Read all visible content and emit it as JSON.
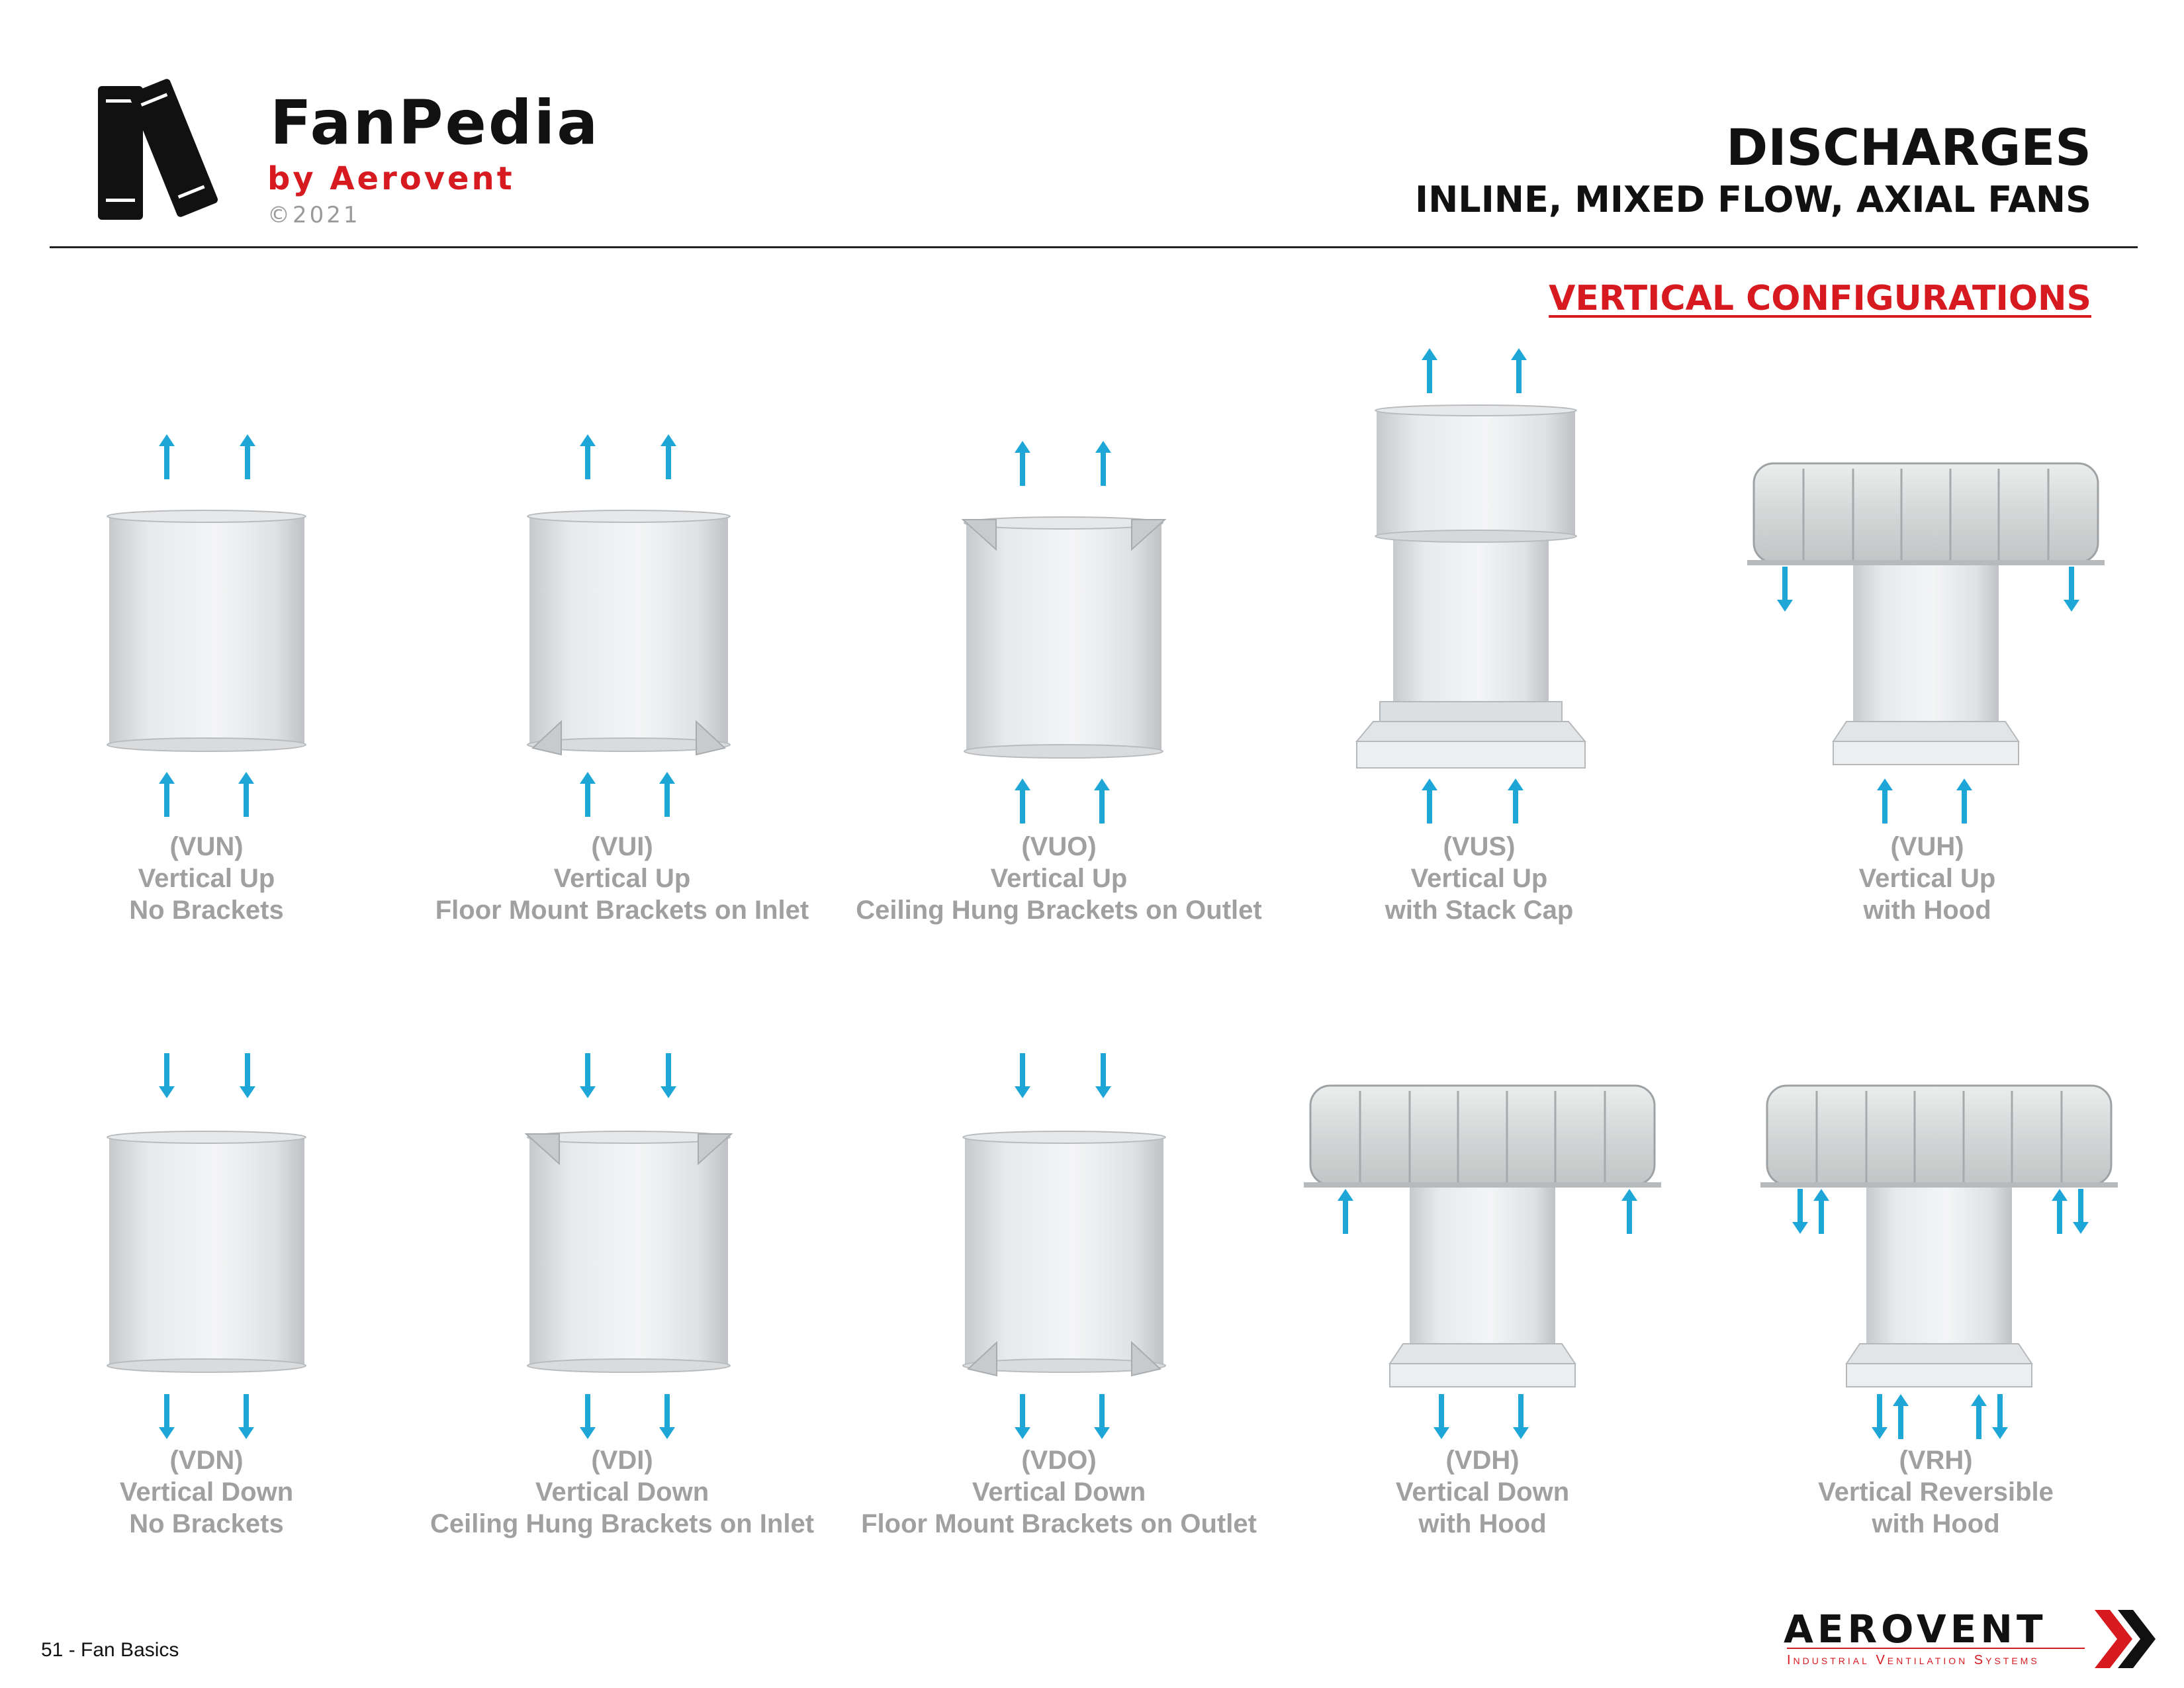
{
  "header": {
    "brand": "FanPedia",
    "brand_sub": "by Aerovent",
    "copyright": "©2021",
    "title": "DISCHARGES",
    "subtitle": "INLINE, MIXED FLOW, AXIAL FANS",
    "section": "VERTICAL CONFIGURATIONS"
  },
  "row_top": [
    {
      "code": "(VUN)",
      "line1": "Vertical Up",
      "line2": "No Brackets"
    },
    {
      "code": "(VUI)",
      "line1": "Vertical Up",
      "line2": "Floor Mount Brackets on Inlet"
    },
    {
      "code": "(VUO)",
      "line1": "Vertical Up",
      "line2": "Ceiling Hung Brackets on Outlet"
    },
    {
      "code": "(VUS)",
      "line1": "Vertical Up",
      "line2": "with Stack Cap"
    },
    {
      "code": "(VUH)",
      "line1": "Vertical Up",
      "line2": "with Hood"
    }
  ],
  "row_bottom": [
    {
      "code": "(VDN)",
      "line1": "Vertical Down",
      "line2": "No Brackets"
    },
    {
      "code": "(VDI)",
      "line1": "Vertical Down",
      "line2": "Ceiling Hung Brackets on Inlet"
    },
    {
      "code": "(VDO)",
      "line1": "Vertical Down",
      "line2": "Floor Mount Brackets on Outlet"
    },
    {
      "code": "(VDH)",
      "line1": "Vertical Down",
      "line2": "with Hood"
    },
    {
      "code": "(VRH)",
      "line1": "Vertical Reversible",
      "line2": "with Hood"
    }
  ],
  "footer": {
    "page": "51 - Fan Basics",
    "brand": "AEROVENT",
    "tagline": "Industrial Ventilation Systems"
  },
  "colors": {
    "accent_red": "#d71920",
    "arrow_blue": "#1ea7d6",
    "caption_gray": "#a0a0a0"
  }
}
